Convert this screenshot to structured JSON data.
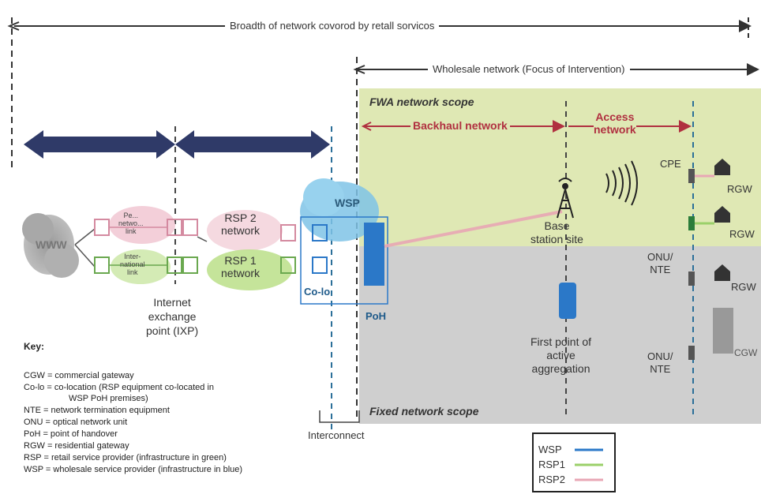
{
  "top_span": {
    "label": "Broadth of network covorod by retall sorvicos"
  },
  "wholesale_span": {
    "label": "Wholesale network (Focus of Intervention)"
  },
  "scopes": {
    "fwa": "FWA network scope",
    "fixed": "Fixed network scope"
  },
  "segments": {
    "backhaul": "Backhaul network",
    "access": [
      "Access",
      "network"
    ]
  },
  "nodes": {
    "www": "WWW",
    "link1": [
      "Pe...",
      "netwo...",
      "link"
    ],
    "link2": [
      "Inter-",
      "national",
      "link"
    ],
    "rsp2": [
      "RSP 2",
      "network"
    ],
    "rsp1": [
      "RSP 1",
      "network"
    ],
    "wsp": "WSP",
    "colo": "Co-lo",
    "poh": "PoH",
    "ixp": [
      "Internet",
      "exchange",
      "point (IXP)"
    ],
    "base_station": [
      "Base",
      "station site"
    ],
    "cpe": "CPE",
    "rgw": "RGW",
    "onu_nte_1": [
      "ONU/",
      "NTE"
    ],
    "onu_nte_2": [
      "ONU/",
      "NTE"
    ],
    "cgw": "CGW",
    "first_agg": [
      "First point of",
      "active",
      "aggregation"
    ],
    "interconnect": "Interconnect"
  },
  "key": {
    "title": "Key:",
    "items": [
      "CGW = commercial gateway",
      "Co-lo = co-location (RSP equipment co-located in",
      "WSP PoH premises)",
      "NTE = network termination equipment",
      "ONU = optical network unit",
      "PoH = point of handover",
      "RGW = residential gateway",
      "RSP = retail service provider (infrastructure in green)",
      "WSP = wholesale service provider (infrastructure in blue)"
    ]
  },
  "legend": {
    "items": [
      "WSP",
      "RSP1",
      "RSP2"
    ]
  },
  "colors": {
    "fwa_bg": "#dfe8b4",
    "fixed_bg": "#cfcfcf",
    "wsp_blue": "#2b78c8",
    "rsp_green": "#9bd06a",
    "rsp2_pink": "#e8a7b5",
    "arrow_navy": "#2f3a68",
    "label_red": "#b03040"
  }
}
